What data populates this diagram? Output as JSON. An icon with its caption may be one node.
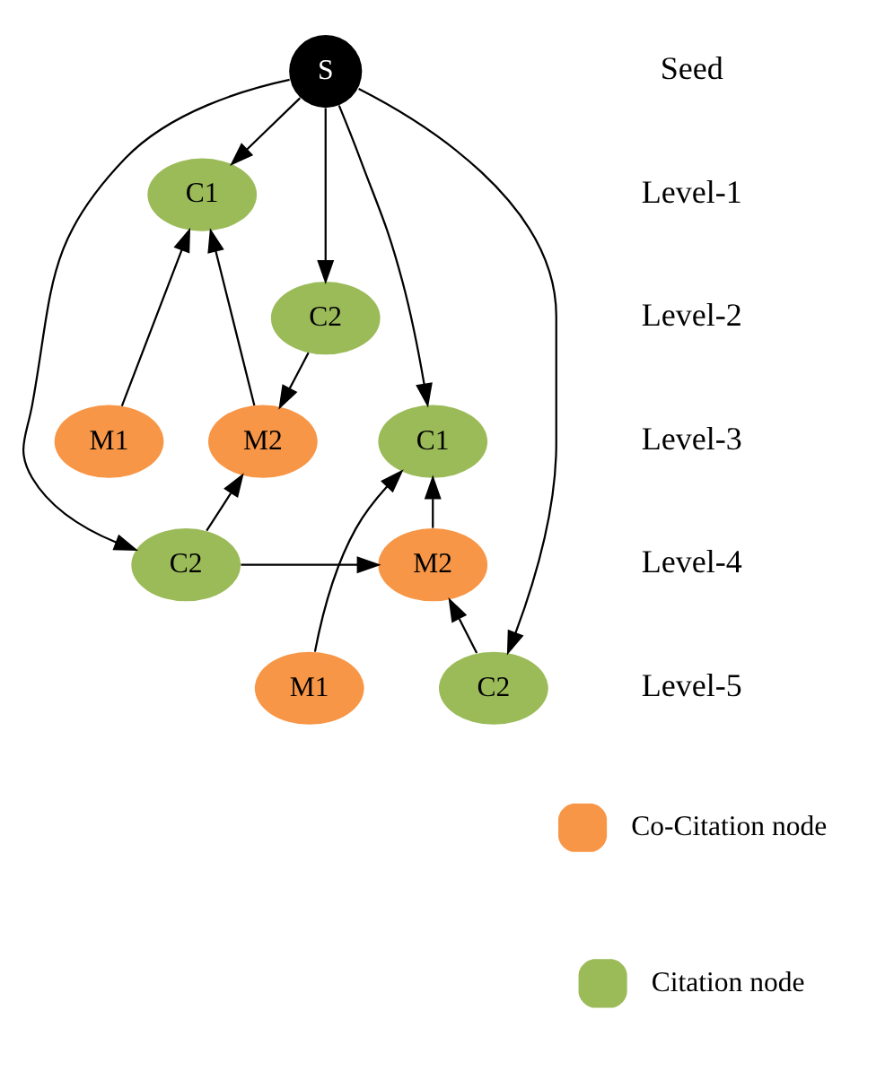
{
  "diagram": {
    "nodes": [
      {
        "text": [
          "S"
        ]
      },
      {
        "text": [
          "C1"
        ]
      },
      {
        "text": [
          "C2"
        ]
      },
      {
        "text": [
          "C1"
        ]
      },
      {
        "text": [
          "M2"
        ]
      },
      {
        "text": [
          "M1"
        ]
      },
      {
        "text": [
          "C2"
        ]
      },
      {
        "text": [
          "M2"
        ]
      },
      {
        "text": [
          "M1"
        ]
      },
      {
        "text": [
          "C2"
        ]
      }
    ],
    "edges": [
      {
        "from": 0,
        "to": 1,
        "arrow": "to"
      },
      {
        "from": 0,
        "to": 2,
        "arrow": "to"
      },
      {
        "from": 0,
        "to": 3,
        "arrow": "to"
      },
      {
        "from": 0,
        "to": 9,
        "arrow": "to"
      },
      {
        "from": 0,
        "to": 6,
        "arrow": "to"
      },
      {
        "from": 5,
        "to": 1,
        "arrow": "to"
      },
      {
        "from": 4,
        "to": 1,
        "arrow": "to"
      },
      {
        "from": 2,
        "to": 4,
        "arrow": "to"
      },
      {
        "from": 6,
        "to": 4,
        "arrow": "to"
      },
      {
        "from": 6,
        "to": 7,
        "arrow": "to"
      },
      {
        "from": 7,
        "to": 3,
        "arrow": "to"
      },
      {
        "from": 8,
        "to": 3,
        "arrow": "to"
      },
      {
        "from": 9,
        "to": 7,
        "arrow": "to"
      }
    ],
    "labels": [
      "Seed",
      "Level-1",
      "Level-2",
      "Level-3",
      "Level-4",
      "Level-5"
    ],
    "legend": [
      {
        "text": "Co-Citation node",
        "color": "#f79646"
      },
      {
        "text": "Citation node",
        "color": "#9bbb59"
      }
    ]
  }
}
